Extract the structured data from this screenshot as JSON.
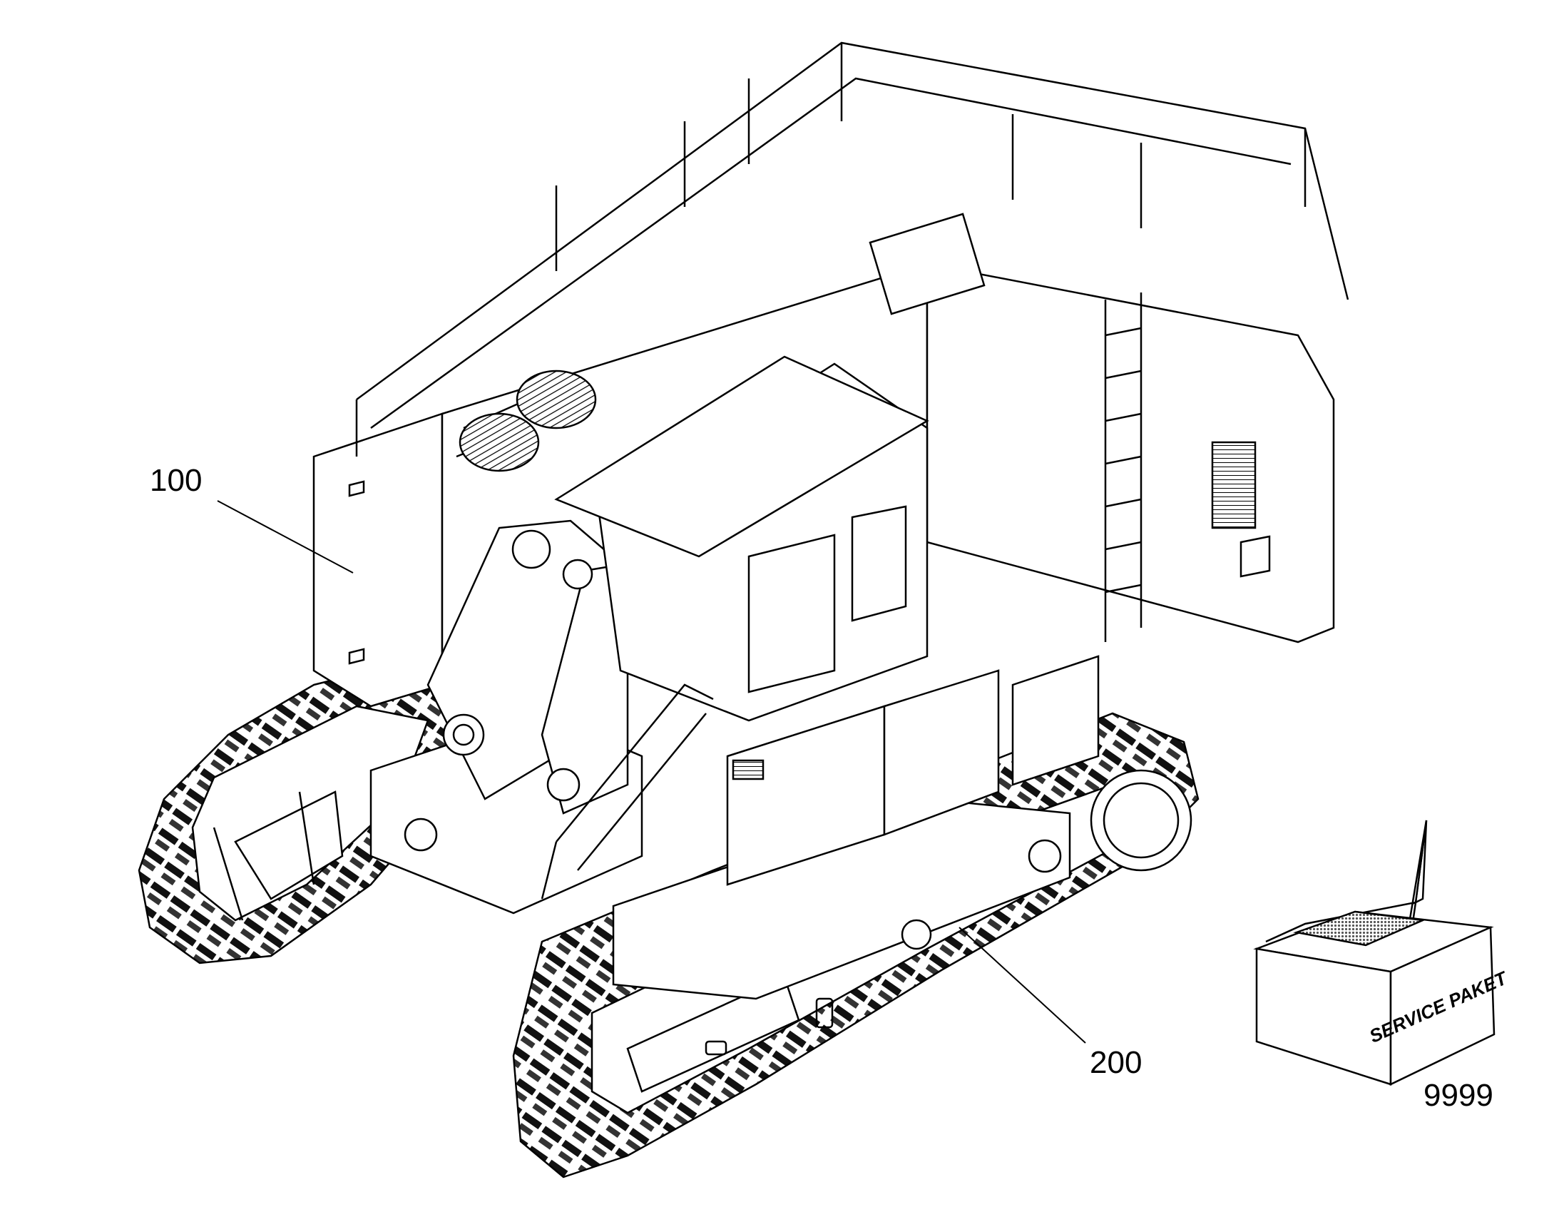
{
  "callouts": [
    {
      "id": "100",
      "label": "100"
    },
    {
      "id": "200",
      "label": "200"
    },
    {
      "id": "9999",
      "label": "9999"
    }
  ],
  "service_box": {
    "text": "SERVICE PAKET"
  },
  "colors": {
    "ink": "#000000",
    "paper": "#ffffff",
    "hatch": "#555555"
  }
}
